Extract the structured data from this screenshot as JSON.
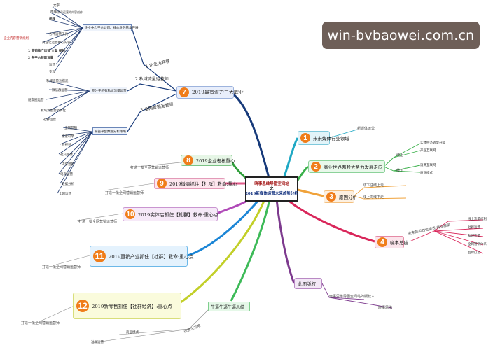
{
  "watermark": "win-bvbaowei.com.cn",
  "center": {
    "line1": "晓事思维导图空间站",
    "line2": "之",
    "line3": "2019新媒体运营未来趋势分析"
  },
  "branches": {
    "b7": {
      "num": "7",
      "label": "2019最有潜力三大职业"
    },
    "b8": {
      "num": "8",
      "label": "2019企业老板重心"
    },
    "b9": {
      "num": "9",
      "label": "2019微商抓住【社群】救命:重心"
    },
    "b10": {
      "num": "10",
      "label": "2019实体店抓住【社群】救命:重心点"
    },
    "b11": {
      "num": "11",
      "label": "2019直销产业抓住【社群】救命:重心点"
    },
    "b12": {
      "num": "12",
      "label": "2019新零售抓住【社群经济】:重心点"
    },
    "b13": {
      "label": "牛逼牛逼牛逼总结"
    },
    "b1": {
      "num": "1",
      "label": "未来媒体行业领域"
    },
    "b2": {
      "num": "2",
      "label": "商业世界两股大势力发展走向"
    },
    "b3": {
      "num": "3",
      "label": "原因分析"
    },
    "b4": {
      "num": "4",
      "label": "晓事总结"
    },
    "b5": {
      "label": "此图版权"
    }
  },
  "sub_labels": {
    "s1": "1 企业内容营",
    "s2": "2 私域流量运营师",
    "s3": "3 全网营销运营师",
    "line_up": "线上",
    "line_down": "线下",
    "cause1": "线下往线上走",
    "cause2": "线上向线下走",
    "summary_sub": "未来是否四位模式;商业框架",
    "to_summary": "运营大方略",
    "b13_note": "运营大方略"
  },
  "boxes": {
    "bx1": "企业中心平台公司、核心业务基本开展",
    "bx2": "专注于所有私域流量运营",
    "bx3": "掌握平台数据分析策略"
  },
  "annotations": {
    "a8": "打造一批全网营销运营师",
    "a9": "打造一批全网营销运营师",
    "a10": "打造一批全网营销运营师",
    "a11": "打造一批全网营销运营师",
    "a12": "打造一批全网营销运营师",
    "a1": "新媒体运营",
    "a5a": "晓事思维导图空间站的版权人",
    "a5b": "晓事思维"
  },
  "leaves": {
    "top": [
      "文字",
      "图片",
      "视频",
      "头条号运营的内容创作",
      "各种运营工具",
      "企业内容营销规划",
      "商业化运营中心内容",
      "1 营销推广运营 文案 视频",
      "2 各平台获取流量",
      "运营",
      "变现"
    ],
    "mid": [
      "私域流量池搭建",
      "微信群运营",
      "朋友圈运营",
      "私域流量营销转化",
      "社群运营"
    ],
    "low": [
      "全网营销",
      "搜索引擎",
      "短视频",
      "社交媒体",
      "内容营销",
      "电商运营",
      "数据分析",
      "全网运营"
    ],
    "right": [
      "实体经济转型升级",
      "产业互联网",
      "消费互联网",
      "商业模式"
    ],
    "summary": [
      "线上流量红利",
      "社群运营",
      "私域流量",
      "全网营销体系",
      "品牌打造"
    ],
    "b13": [
      "商业模式",
      "社群运营"
    ]
  }
}
